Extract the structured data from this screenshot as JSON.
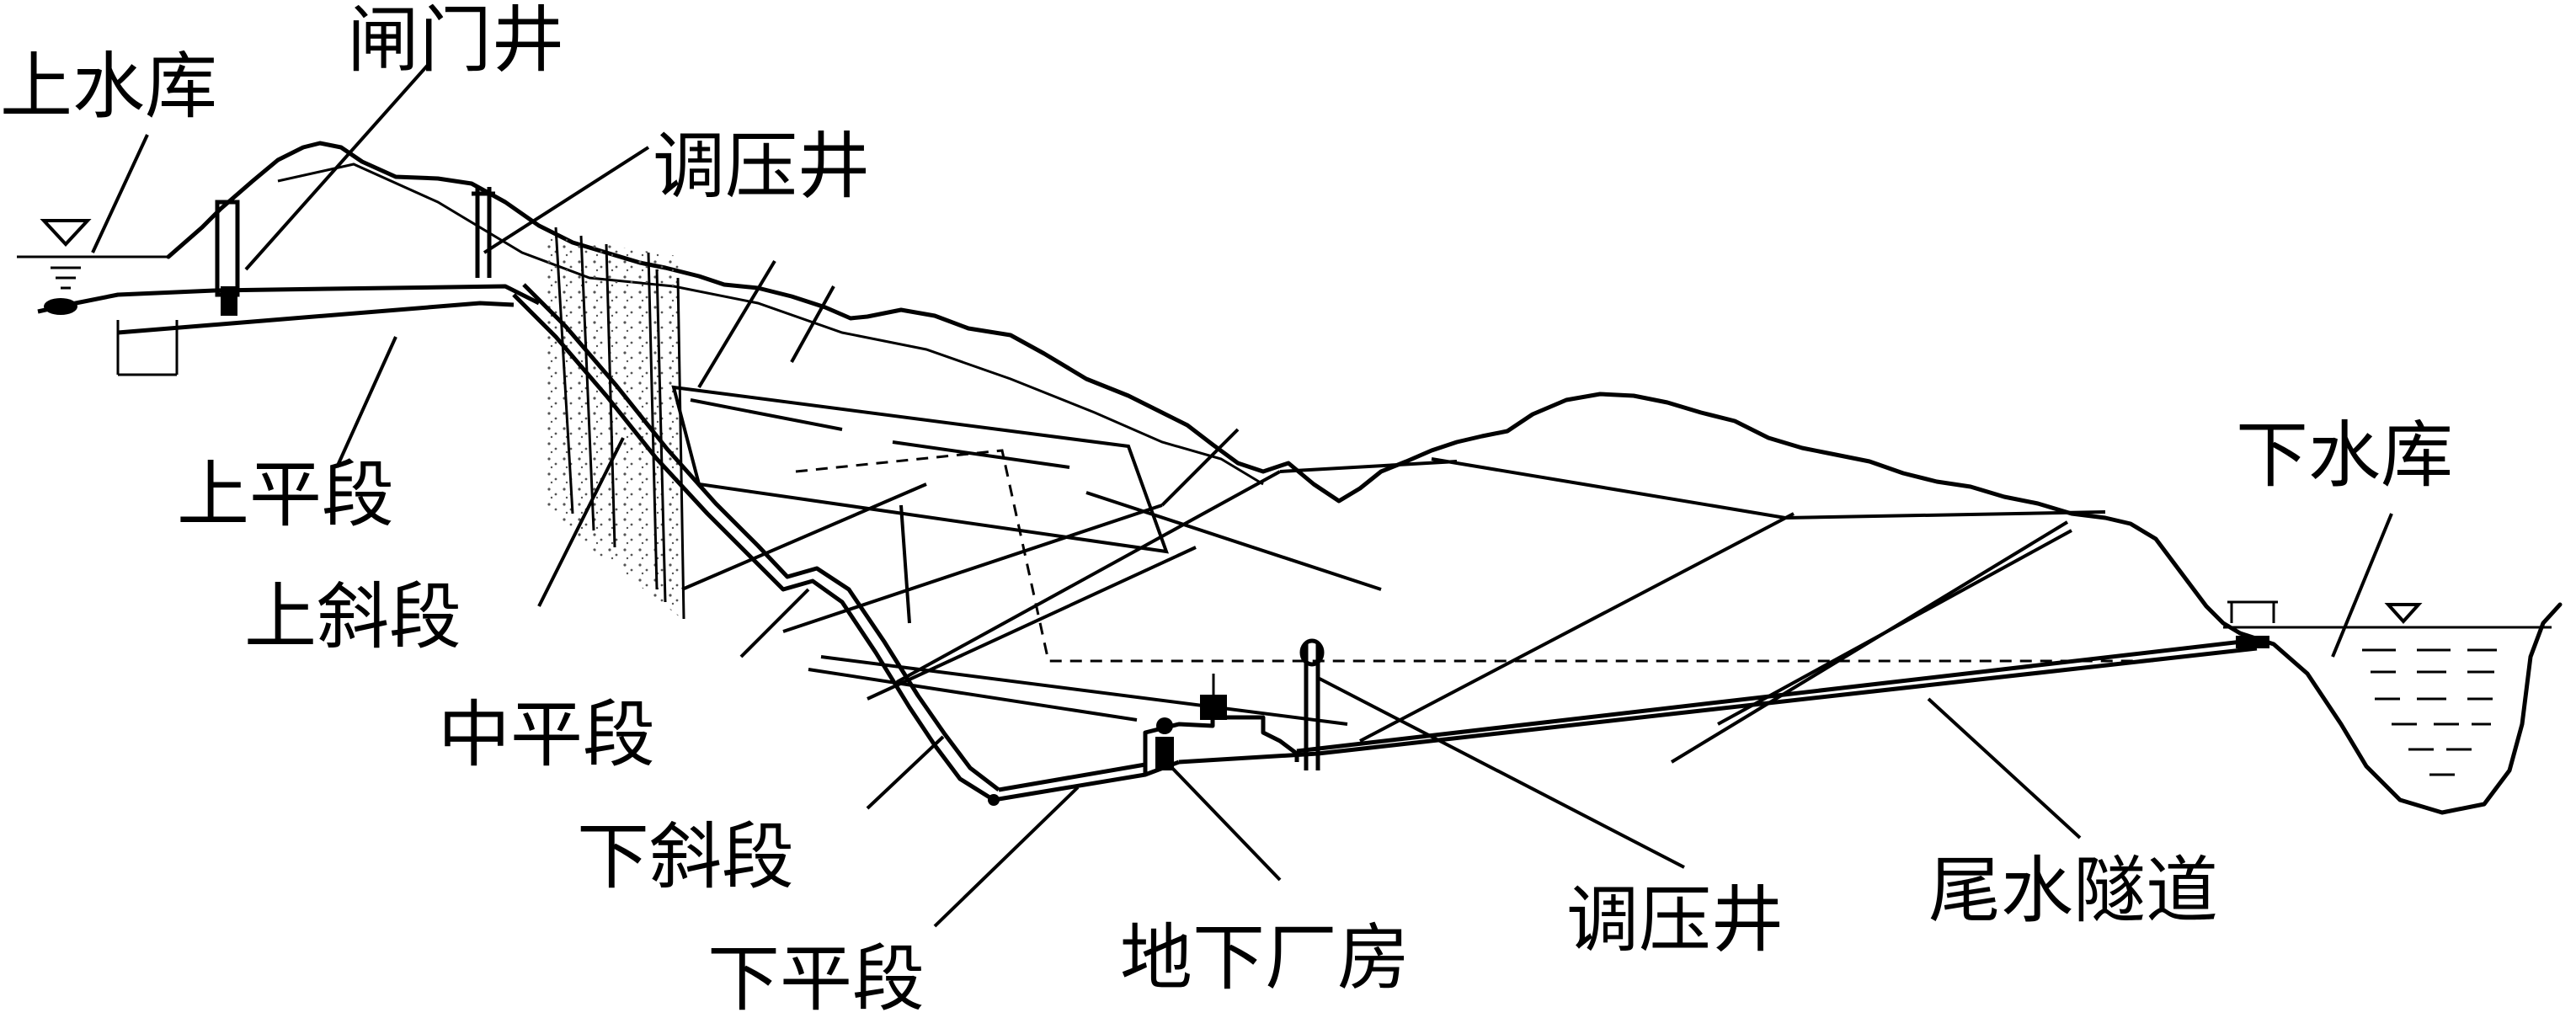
{
  "labels": {
    "upper_reservoir": "上水库",
    "gate_shaft": "闸门井",
    "surge_shaft_upper": "调压井",
    "upper_flat": "上平段",
    "upper_incline": "上斜段",
    "middle_flat": "中平段",
    "lower_incline": "下斜段",
    "lower_flat": "下平段",
    "underground_powerhouse": "地下厂房",
    "surge_shaft_lower": "调压井",
    "tailrace_tunnel": "尾水隧道",
    "lower_reservoir": "下水库"
  },
  "colors": {
    "line": "#000000",
    "background": "#ffffff",
    "rock_hatch": "#555555"
  }
}
